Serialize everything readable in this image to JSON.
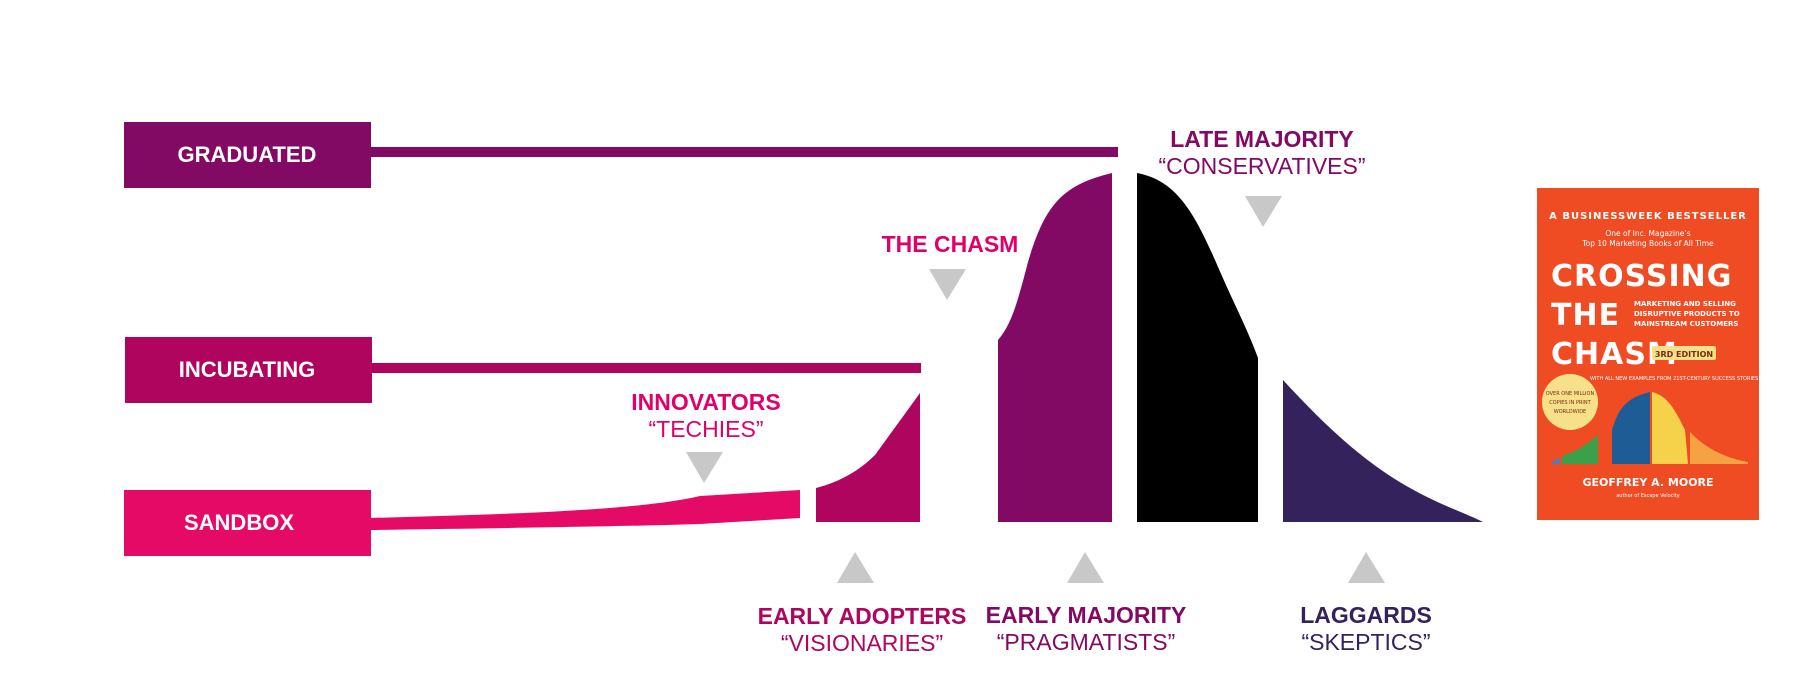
{
  "stages": {
    "graduated": "GRADUATED",
    "incubating": "INCUBATING",
    "sandbox": "SANDBOX"
  },
  "segments": {
    "innovators": {
      "name": "INNOVATORS",
      "nickname": "“TECHIES”"
    },
    "early_adopters": {
      "name": "EARLY ADOPTERS",
      "nickname": "“VISIONARIES”"
    },
    "chasm": {
      "name": "THE CHASM"
    },
    "early_majority": {
      "name": "EARLY MAJORITY",
      "nickname": "“PRAGMATISTS”"
    },
    "late_majority": {
      "name": "LATE MAJORITY",
      "nickname": "“CONSERVATIVES”"
    },
    "laggards": {
      "name": "LAGGARDS",
      "nickname": "“SKEPTICS”"
    }
  },
  "book": {
    "banner": "A BUSINESSWEEK BESTSELLER",
    "praise_line1": "One of Inc. Magazine’s",
    "praise_line2": "Top 10 Marketing Books of All Time",
    "title_line1": "CROSSING",
    "title_line2": "THE",
    "title_line3": "CHASM",
    "subtitle_line1": "MARKETING AND SELLING",
    "subtitle_line2": "DISRUPTIVE PRODUCTS TO",
    "subtitle_line3": "MAINSTREAM CUSTOMERS",
    "edition": "3RD EDITION",
    "examples_line": "WITH ALL NEW EXAMPLES FROM 21ST-CENTURY SUCCESS STORIES",
    "seal_line1": "OVER ONE MILLION",
    "seal_line2": "COPIES IN PRINT",
    "seal_line3": "WORLDWIDE",
    "author": "GEOFFREY A. MOORE",
    "author_note": "author of Escape Velocity"
  },
  "colors": {
    "graduated": "#820a64",
    "incubating": "#b0055f",
    "sandbox": "#e60a67",
    "innovators_text": "#e0006a",
    "early_adopters": "#b0055f",
    "early_majority": "#820a64",
    "late_majority": "#000000",
    "laggards": "#34225d",
    "marker": "#c8c8c8",
    "book_cover": "#ef4c23"
  }
}
